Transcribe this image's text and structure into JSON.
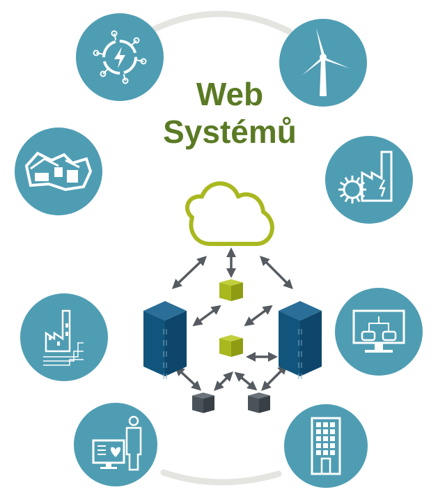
{
  "title": {
    "line1": "Web",
    "line2": "Systémů"
  },
  "colors": {
    "title_green": "#5a7a24",
    "circle_teal": "#4f9db3",
    "icon_white": "#ffffff",
    "ring_gray": "#e4e4e0",
    "cloud_lime": "#a9b81f",
    "cube_lime": "#a9b81f",
    "server_navy": "#12557c",
    "cube_dark": "#4a525a",
    "arrow_gray": "#555b60"
  },
  "nodes": [
    {
      "name": "power-hub-node",
      "icon": "lightning-gear-icon"
    },
    {
      "name": "wind-energy-node",
      "icon": "wind-turbine-icon"
    },
    {
      "name": "industrial-plant-node",
      "icon": "industrial-facility-icon"
    },
    {
      "name": "hydro-power-node",
      "icon": "turbine-factory-icon"
    },
    {
      "name": "smart-factory-node",
      "icon": "factory-network-icon"
    },
    {
      "name": "transport-monitor-node",
      "icon": "monitor-vehicles-icon"
    },
    {
      "name": "healthcare-node",
      "icon": "doctor-monitor-icon"
    },
    {
      "name": "smart-building-node",
      "icon": "building-icon"
    }
  ],
  "central_icons": [
    "cloud-icon",
    "server-icon",
    "cube-icon"
  ]
}
